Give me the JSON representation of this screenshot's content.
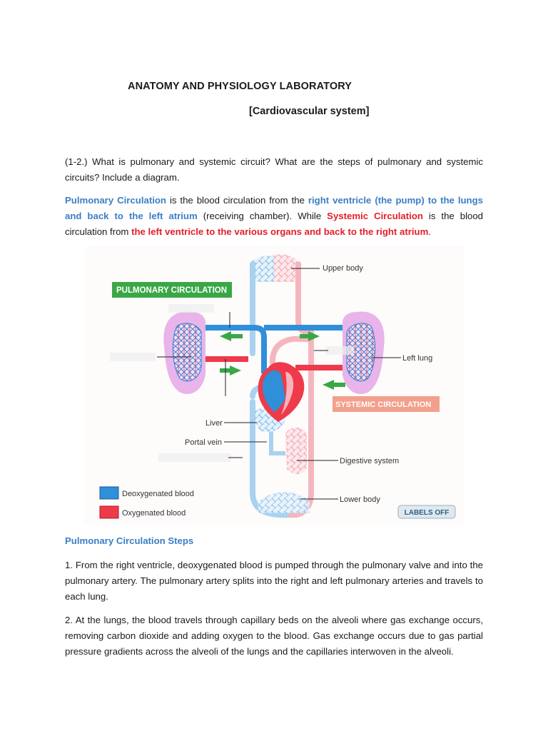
{
  "document": {
    "title": "ANATOMY AND PHYSIOLOGY LABORATORY",
    "subtitle": "[Cardiovascular system]"
  },
  "question": "(1-2.) What is pulmonary and systemic circuit? What are the steps of pulmonary and systemic circuits? Include a diagram.",
  "definition": {
    "t1": "Pulmonary Circulation",
    "t2": " is the blood circulation from the ",
    "t3": "right ventricle (the pump) to the lungs and back to the left atrium",
    "t4": " (receiving chamber). While ",
    "t5": "Systemic Circulation",
    "t6": " is the blood circulation from ",
    "t7": "the left ventricle to the various organs and back to the right atrium",
    "t8": "."
  },
  "diagram": {
    "pulmonary_label": "PULMONARY CIRCULATION",
    "systemic_label": "SYSTEMIC CIRCULATION",
    "labels": {
      "upper_body": "Upper body",
      "left_lung": "Left lung",
      "liver": "Liver",
      "portal_vein": "Portal vein",
      "digestive_system": "Digestive system",
      "lower_body": "Lower body"
    },
    "legend": {
      "deoxygenated": "Deoxygenated blood",
      "oxygenated": "Oxygenated blood"
    },
    "labels_button": "LABELS OFF",
    "colors": {
      "deoxygenated": "#2f8fd8",
      "oxygenated": "#ee3a4a",
      "pulmonary_banner": "#3aa746",
      "systemic_banner": "#f2a08c",
      "lung": "#e8b4ea"
    }
  },
  "steps_heading": "Pulmonary Circulation Steps",
  "steps": [
    "1. From the right ventricle, deoxygenated blood is pumped through the pulmonary valve and into the pulmonary artery. The pulmonary artery splits into the right and left pulmonary arteries and travels to each lung.",
    "2. At the lungs, the blood travels through capillary beds on the alveoli where gas exchange occurs, removing carbon dioxide and adding oxygen to the blood. Gas exchange occurs due to gas partial pressure gradients across the alveoli of the lungs and the capillaries interwoven in the alveoli."
  ]
}
